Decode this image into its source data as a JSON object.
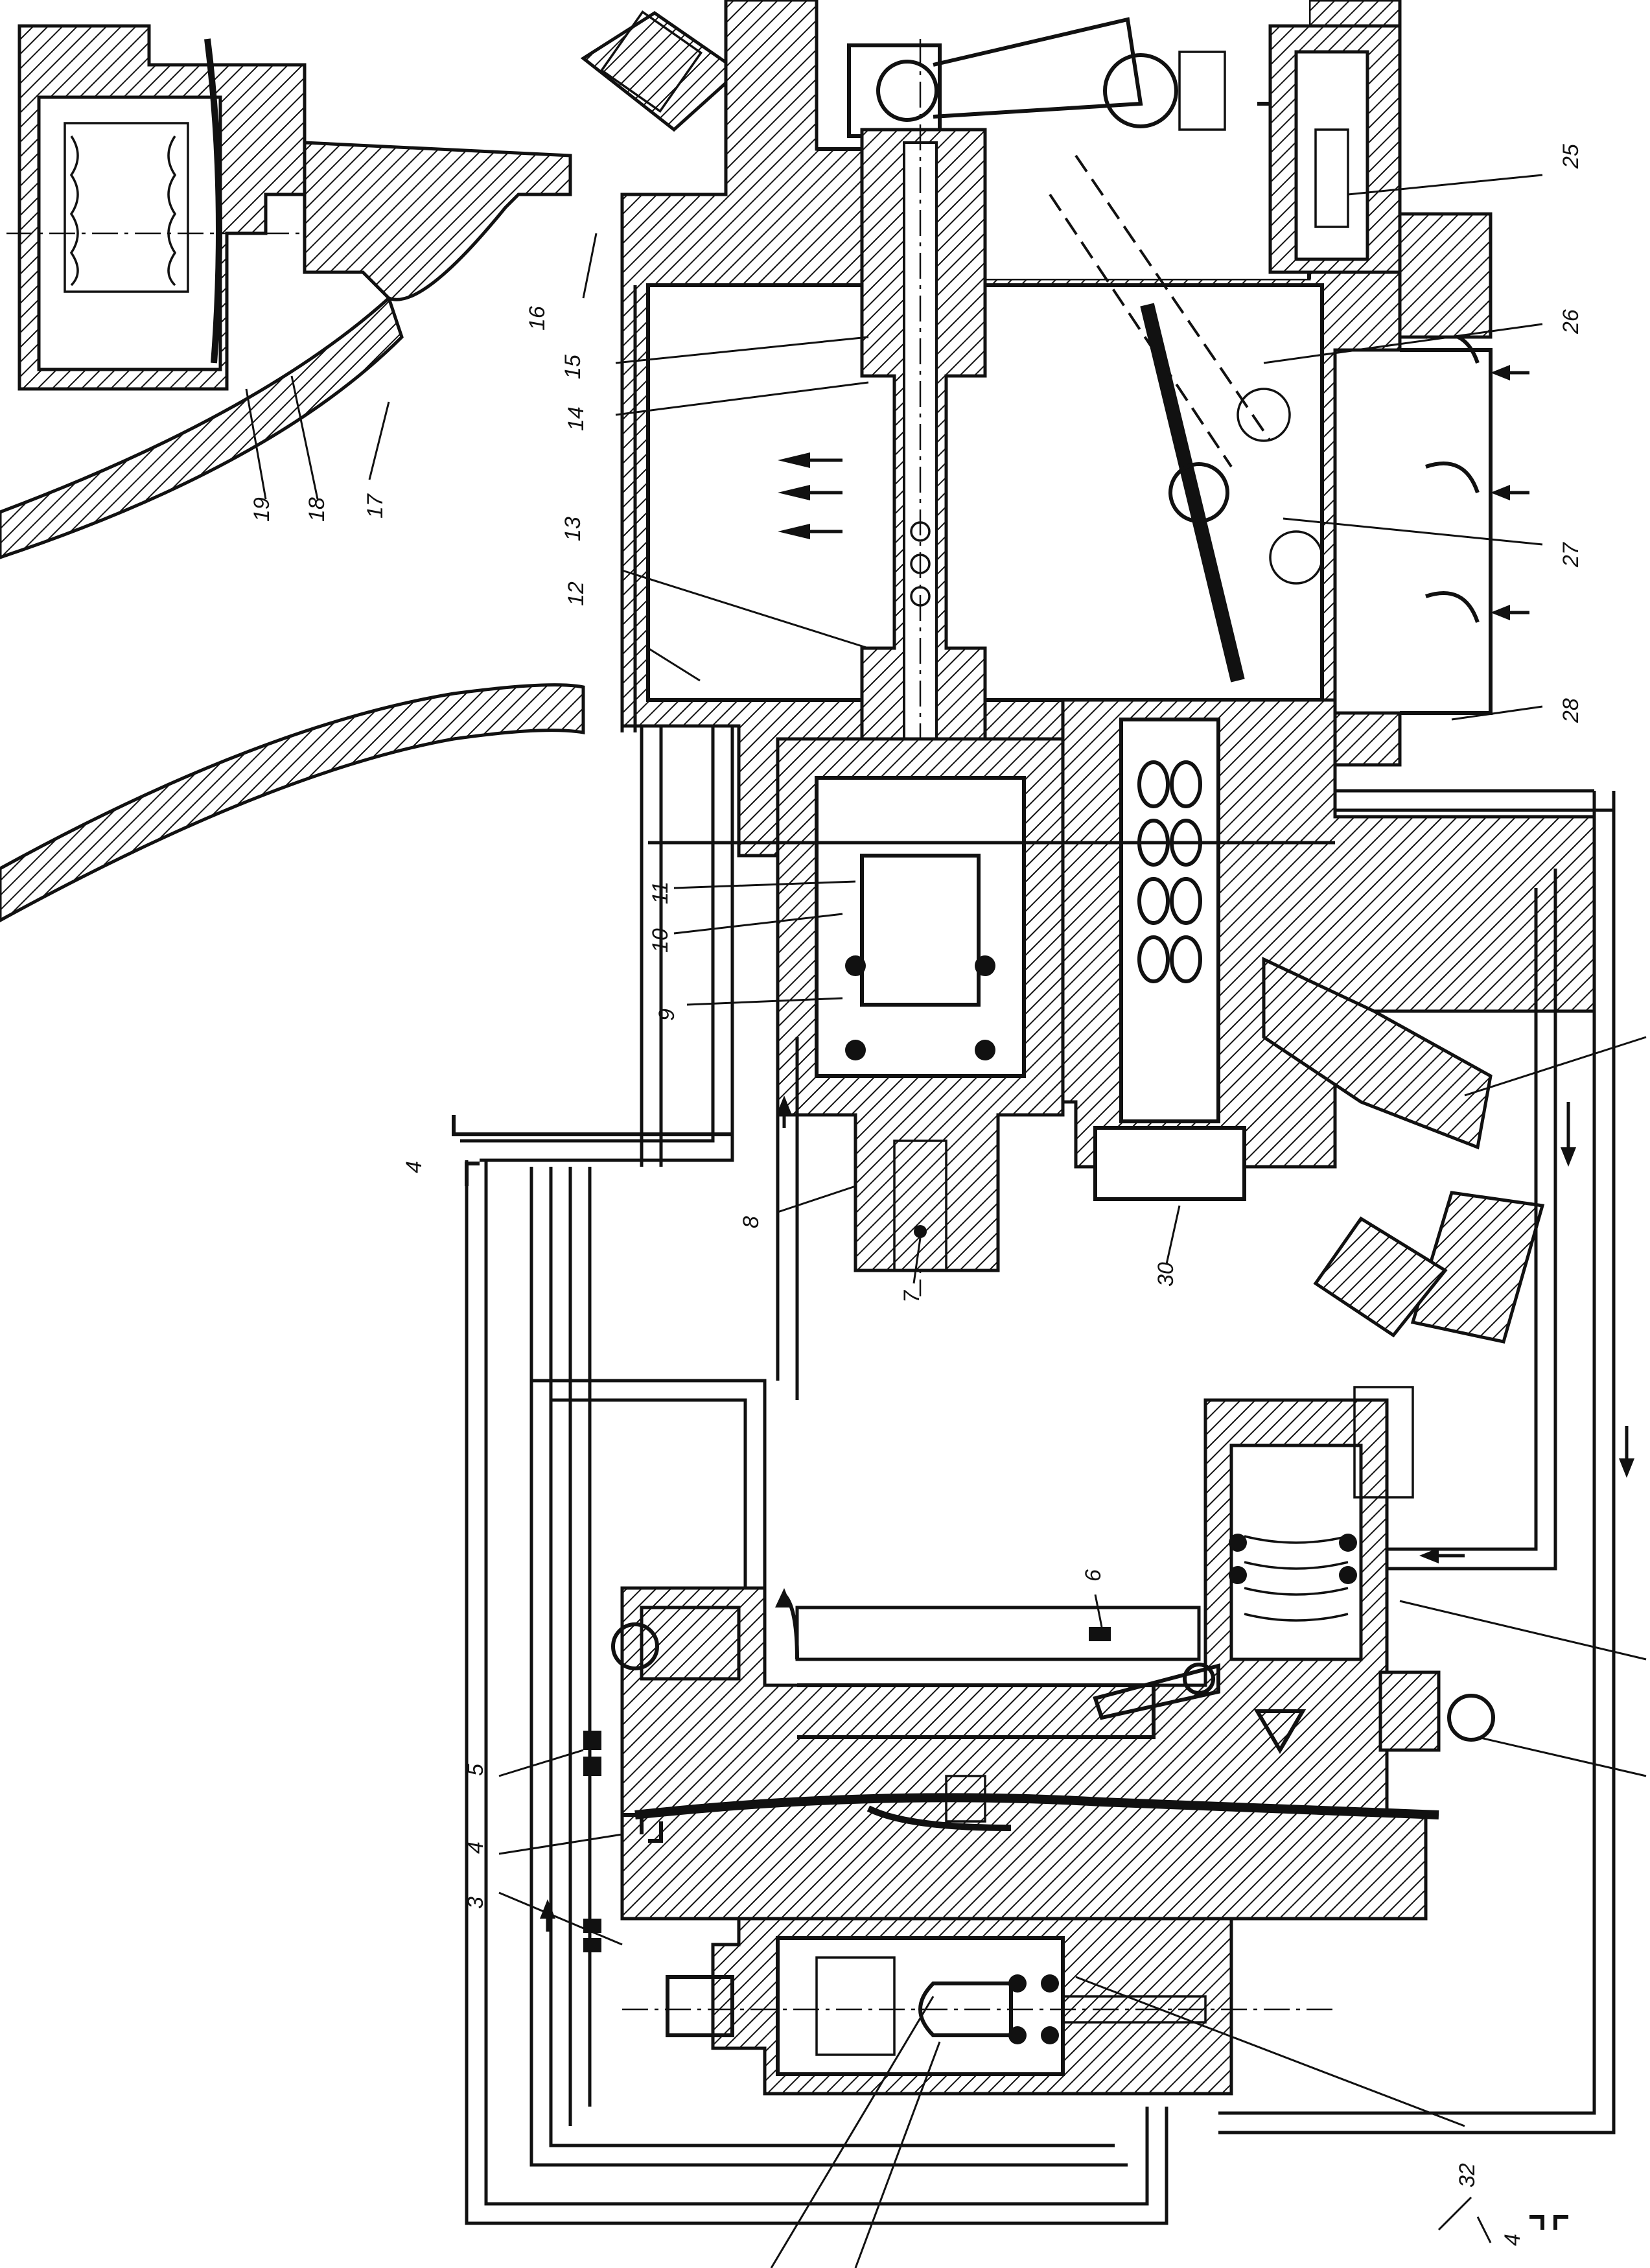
{
  "labels": {
    "l3": "3",
    "l4": "4",
    "l5": "5",
    "l6": "6",
    "l7": "7",
    "l8": "8",
    "l9": "9",
    "l10": "10",
    "l11": "11",
    "l12": "12",
    "l13": "13",
    "l14": "14",
    "l15": "15",
    "l16": "16",
    "l17": "17",
    "l18": "18",
    "l19": "19",
    "l25": "25",
    "l26": "26",
    "l27": "27",
    "l28": "28",
    "l30": "30",
    "l32": "32"
  }
}
